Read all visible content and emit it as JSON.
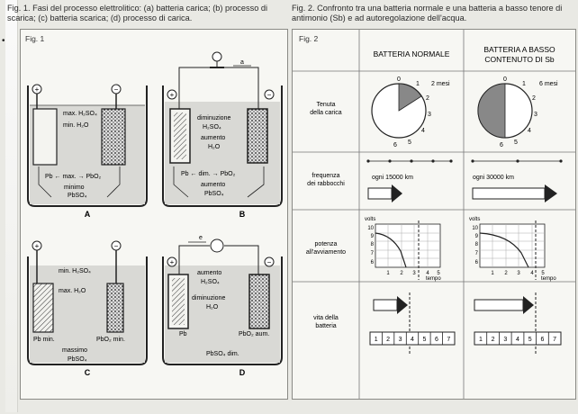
{
  "caption1": "Fig. 1. Fasi del processo elettrolitico: (a) batteria carica; (b) processo di scarica; (c) batteria scarica; (d) processo di carica.",
  "caption2": "Fig. 2. Confronto tra una batteria normale e una batteria a basso tenore di antimonio (Sb) e ad autoregolazione dell'acqua.",
  "fig1": {
    "label": "Fig. 1",
    "plus": "+",
    "minus": "−",
    "A": {
      "tag": "A",
      "t1": "max. H₂SO₄",
      "t2": "min. H₂O",
      "t3": "Pb ← max. → PbO₂",
      "t4": "minimo",
      "t5": "PbSO₄"
    },
    "B": {
      "tag": "B",
      "arrow": "a",
      "t1": "diminuzione",
      "t2": "H₂SO₄",
      "t3": "aumento",
      "t4": "H₂O",
      "t5": "Pb ← dim. → PbO₂",
      "t6": "aumento",
      "t7": "PbSO₄"
    },
    "C": {
      "tag": "C",
      "t1": "min. H₂SO₄",
      "t2": "max. H₂O",
      "t3": "Pb min.",
      "t4": "PbO₂ min.",
      "t5": "massimo",
      "t6": "PbSO₄"
    },
    "D": {
      "tag": "D",
      "arrow": "e",
      "t1": "aumento",
      "t2": "H₂SO₄",
      "t3": "diminuzione",
      "t4": "H₂O",
      "t5": "Pb",
      "t6": "PbO₂ aum.",
      "t7": "PbSO₄ dim."
    }
  },
  "fig2": {
    "label": "Fig. 2",
    "col1": "BATTERIA NORMALE",
    "col2a": "BATTERIA A BASSO",
    "col2b": "CONTENUTO DI Sb",
    "row1a": "Tenuta",
    "row1b": "della carica",
    "row2a": "frequenza",
    "row2b": "dei rabbocchi",
    "row3a": "potenza",
    "row3b": "all'avviamento",
    "row4a": "vita della",
    "row4b": "batteria",
    "months1": "2 mesi",
    "months2": "6 mesi",
    "km1": "ogni 15000 km",
    "km2": "ogni 30000 km",
    "volts": "volts",
    "tempo": "tempo",
    "clock": [
      "0",
      "1",
      "2",
      "3",
      "4",
      "5",
      "6"
    ],
    "yticks": [
      "10",
      "9",
      "8",
      "7",
      "6"
    ],
    "xticks": [
      "1",
      "2",
      "3",
      "4",
      "5"
    ],
    "life": [
      "1",
      "2",
      "3",
      "4",
      "5",
      "6",
      "7"
    ]
  }
}
